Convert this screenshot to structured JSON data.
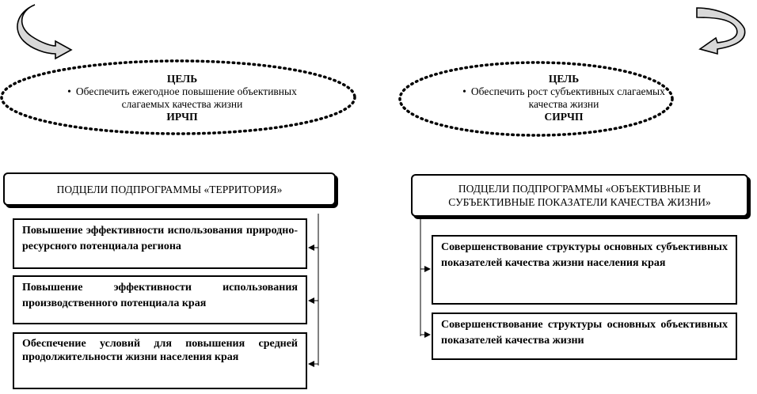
{
  "left": {
    "goal_title": "ЦЕЛЬ",
    "goal_text": "Обеспечить ежегодное повышение объективных слагаемых качества жизни",
    "goal_abbr": "ИРЧП",
    "header": "ПОДЦЕЛИ ПОДПРОГРАММЫ «ТЕРРИТОРИЯ»",
    "items": [
      "Повышение эффективности использования природно-ресурсного потенциала региона",
      "Повышение эффективности использования производственного потенциала края",
      "Обеспечение условий для повышения средней продолжительности жизни населения края"
    ]
  },
  "right": {
    "goal_title": "ЦЕЛЬ",
    "goal_text": "Обеспечить рост субъективных слагаемых качества жизни",
    "goal_abbr": "СИРЧП",
    "header": "ПОДЦЕЛИ ПОДПРОГРАММЫ «ОБЪЕКТИВНЫЕ И СУБЪЕКТИВНЫЕ ПОКАЗАТЕЛИ КАЧЕСТВА ЖИЗНИ»",
    "items": [
      "Совершенствование структуры основных субъективных показателей качества жизни населения края",
      "Совершенствование структуры основных объективных показателей качества жизни"
    ]
  }
}
